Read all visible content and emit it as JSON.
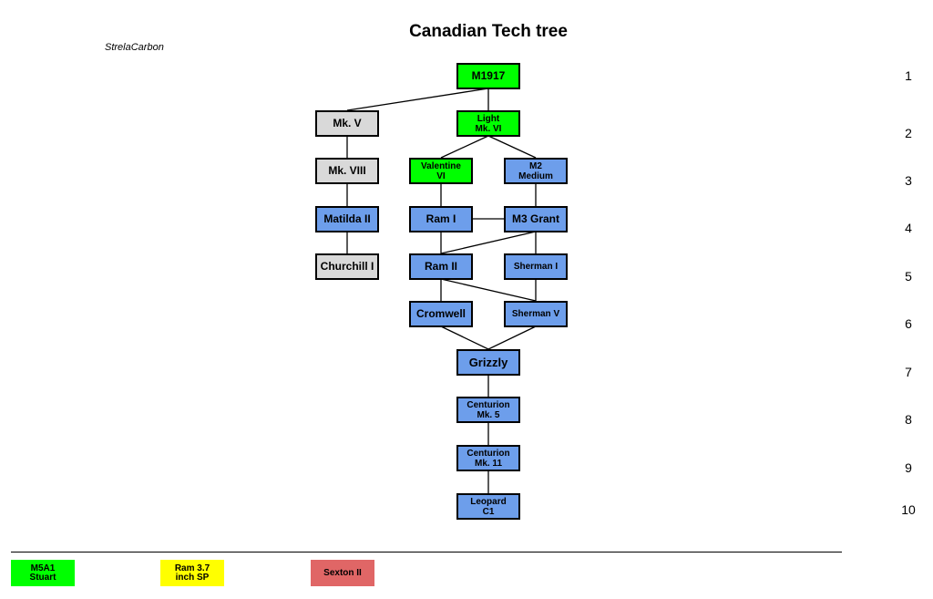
{
  "title": "Canadian Tech tree",
  "author": "StrelaCarbon",
  "tiers": [
    "1",
    "2",
    "3",
    "4",
    "5",
    "6",
    "7",
    "8",
    "9",
    "10"
  ],
  "colors": {
    "starter": "#00ff00",
    "grey": "#d9d9d9",
    "standard": "#6d9eeb",
    "premium_yellow": "#ffff00",
    "premium_red": "#e06666"
  },
  "nodes": {
    "m1917": "M1917",
    "mk_v": "Mk. V",
    "light_mk_vi": "Light\nMk. VI",
    "mk_viii": "Mk. VIII",
    "valentine_vi": "Valentine\nVI",
    "m2_medium": "M2\nMedium",
    "matilda_ii": "Matilda II",
    "ram_i": "Ram  I",
    "m3_grant": "M3 Grant",
    "churchill_i": "Churchill I",
    "ram_ii": "Ram  II",
    "sherman_i": "Sherman I",
    "cromwell": "Cromwell",
    "sherman_v": "Sherman V",
    "grizzly": "Grizzly",
    "centurion_mk5": "Centurion\nMk. 5",
    "centurion_mk11": "Centurion\nMk. 11",
    "leopard_c1": "Leopard\nC1"
  },
  "specials": {
    "m5a1_stuart": "M5A1\nStuart",
    "ram_37_sp": "Ram 3.7\ninch SP",
    "sexton_ii": "Sexton II"
  }
}
